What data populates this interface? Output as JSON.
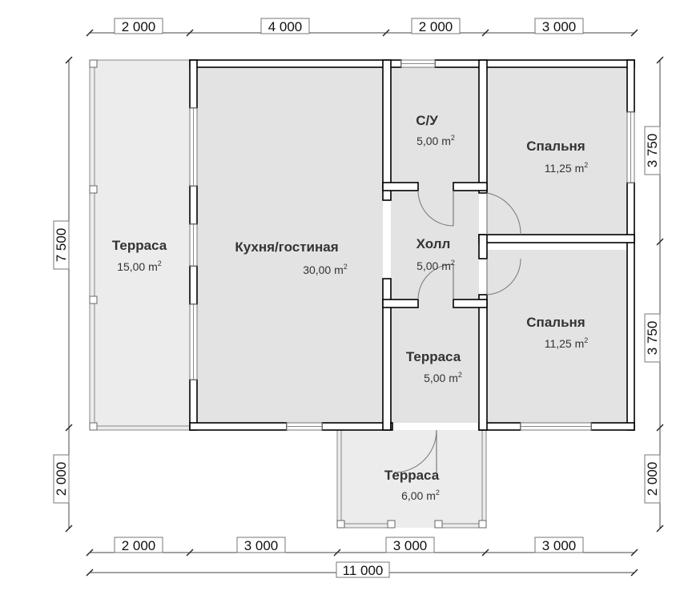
{
  "dimensions": {
    "top": [
      "2 000",
      "4 000",
      "2 000",
      "3 000"
    ],
    "bottom": [
      "2 000",
      "3 000",
      "3 000",
      "3 000"
    ],
    "total": "11 000",
    "left_house": "7 500",
    "left_terrace": "2 000",
    "right_upper": "3 750",
    "right_lower": "3 750",
    "right_terrace": "2 000"
  },
  "rooms": {
    "terrace_left": {
      "name": "Терраса",
      "area": "15,00 m",
      "unit_sup": "2"
    },
    "kitchen": {
      "name": "Кухня/гостиная",
      "area": "30,00 m",
      "unit_sup": "2"
    },
    "bathroom": {
      "name": "С/У",
      "area": "5,00 m",
      "unit_sup": "2"
    },
    "hall": {
      "name": "Холл",
      "area": "5,00 m",
      "unit_sup": "2"
    },
    "bedroom_top": {
      "name": "Спальня",
      "area": "11,25 m",
      "unit_sup": "2"
    },
    "bedroom_bottom": {
      "name": "Спальня",
      "area": "11,25 m",
      "unit_sup": "2"
    },
    "terrace_middle": {
      "name": "Терраса",
      "area": "5,00 m",
      "unit_sup": "2"
    },
    "terrace_front": {
      "name": "Терраса",
      "area": "6,00 m",
      "unit_sup": "2"
    }
  }
}
